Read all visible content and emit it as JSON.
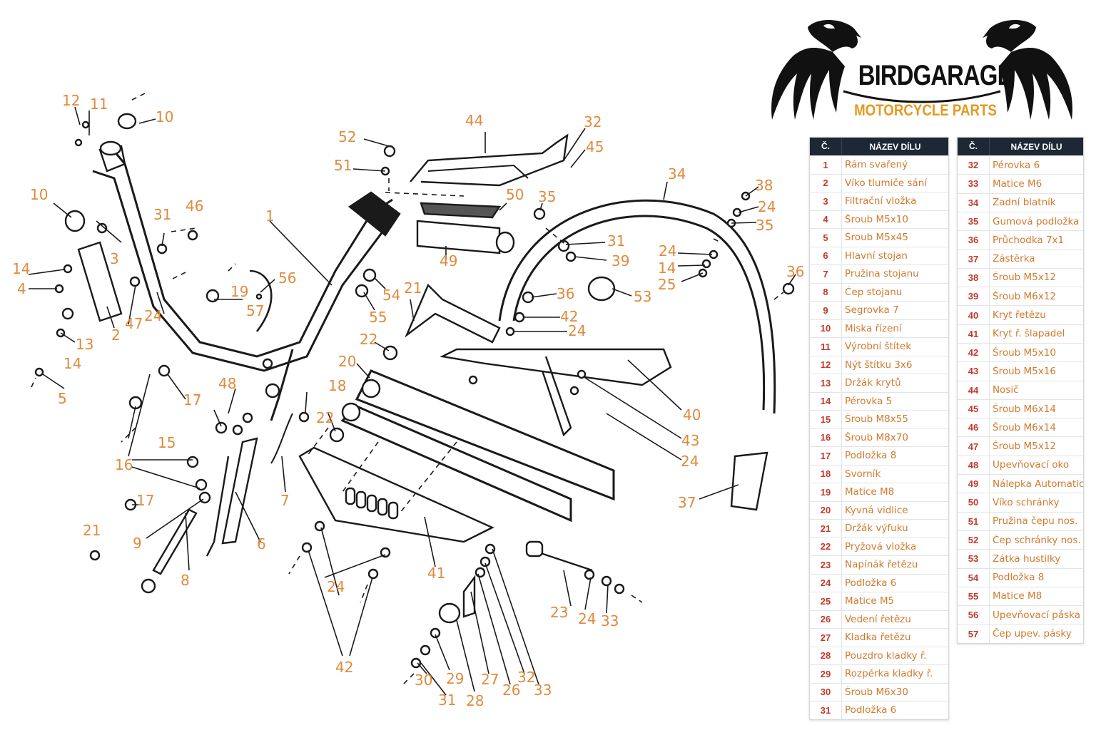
{
  "brand": {
    "name": "BIRDGARAGE",
    "subtitle": "MOTORCYCLE PARTS"
  },
  "table_header": {
    "num": "Č.",
    "name": "NÁZEV DÍLU"
  },
  "parts_left": [
    {
      "num": "1",
      "name": "Rám svařený"
    },
    {
      "num": "2",
      "name": "Víko tlumiče sání"
    },
    {
      "num": "3",
      "name": "Filtrační vložka"
    },
    {
      "num": "4",
      "name": "Šroub M5x10"
    },
    {
      "num": "5",
      "name": "Šroub M5x45"
    },
    {
      "num": "6",
      "name": "Hlavní stojan"
    },
    {
      "num": "7",
      "name": "Pružina stojanu"
    },
    {
      "num": "8",
      "name": "Čep stojanu"
    },
    {
      "num": "9",
      "name": "Segrovka 7"
    },
    {
      "num": "10",
      "name": "Miska řízení"
    },
    {
      "num": "11",
      "name": "Výrobní štítek"
    },
    {
      "num": "12",
      "name": "Nýt štítku 3x6"
    },
    {
      "num": "13",
      "name": "Držák krytů"
    },
    {
      "num": "14",
      "name": "Pérovka 5"
    },
    {
      "num": "15",
      "name": "Šroub M8x55"
    },
    {
      "num": "16",
      "name": "Šroub M8x70"
    },
    {
      "num": "17",
      "name": "Podložka 8"
    },
    {
      "num": "18",
      "name": "Svorník"
    },
    {
      "num": "19",
      "name": "Matice M8"
    },
    {
      "num": "20",
      "name": "Kyvná vidlice"
    },
    {
      "num": "21",
      "name": "Držák výfuku"
    },
    {
      "num": "22",
      "name": "Pryžová vložka"
    },
    {
      "num": "23",
      "name": "Napínák řetězu"
    },
    {
      "num": "24",
      "name": "Podložka 6"
    },
    {
      "num": "25",
      "name": "Matice M5"
    },
    {
      "num": "26",
      "name": "Vedení řetězu"
    },
    {
      "num": "27",
      "name": "Kladka řetězu"
    },
    {
      "num": "28",
      "name": "Pouzdro kladky ř."
    },
    {
      "num": "29",
      "name": "Rozpěrka kladky ř."
    },
    {
      "num": "30",
      "name": "Šroub M6x30"
    },
    {
      "num": "31",
      "name": "Podložka 6"
    }
  ],
  "parts_right": [
    {
      "num": "32",
      "name": "Pérovka 6"
    },
    {
      "num": "33",
      "name": "Matice M6"
    },
    {
      "num": "34",
      "name": "Zadní blatník"
    },
    {
      "num": "35",
      "name": "Gumová podložka"
    },
    {
      "num": "36",
      "name": "Průchodka 7x1"
    },
    {
      "num": "37",
      "name": "Zástěrka"
    },
    {
      "num": "38",
      "name": "Šroub M5x12"
    },
    {
      "num": "39",
      "name": "Šroub M6x12"
    },
    {
      "num": "40",
      "name": "Kryt řetězu"
    },
    {
      "num": "41",
      "name": "Kryt ř. šlapadel"
    },
    {
      "num": "42",
      "name": "Šroub M5x10"
    },
    {
      "num": "43",
      "name": "Šroub M5x16"
    },
    {
      "num": "44",
      "name": "Nosič"
    },
    {
      "num": "45",
      "name": "Šroub M6x14"
    },
    {
      "num": "46",
      "name": "Šroub M6x14"
    },
    {
      "num": "47",
      "name": "Šroub M5x12"
    },
    {
      "num": "48",
      "name": "Upevňovací oko"
    },
    {
      "num": "49",
      "name": "Nálepka Automatic"
    },
    {
      "num": "50",
      "name": "Víko schránky"
    },
    {
      "num": "51",
      "name": "Pružina čepu nos."
    },
    {
      "num": "52",
      "name": "Čep schránky nos."
    },
    {
      "num": "53",
      "name": "Zátka hustilky"
    },
    {
      "num": "54",
      "name": "Podložka 8"
    },
    {
      "num": "55",
      "name": "Matice M8"
    },
    {
      "num": "56",
      "name": "Upevňovací páska"
    },
    {
      "num": "57",
      "name": "Čep upev. pásky"
    }
  ],
  "callouts": [
    "1",
    "2",
    "3",
    "4",
    "5",
    "6",
    "7",
    "8",
    "9",
    "10",
    "10",
    "11",
    "12",
    "13",
    "14",
    "14",
    "14",
    "15",
    "16",
    "17",
    "17",
    "18",
    "19",
    "20",
    "21",
    "21",
    "22",
    "22",
    "23",
    "24",
    "24",
    "24",
    "24",
    "24",
    "24",
    "24",
    "25",
    "26",
    "27",
    "28",
    "29",
    "30",
    "31",
    "31",
    "31",
    "32",
    "32",
    "33",
    "33",
    "34",
    "35",
    "35",
    "36",
    "36",
    "37",
    "38",
    "39",
    "40",
    "41",
    "42",
    "42",
    "43",
    "44",
    "45",
    "46",
    "47",
    "48",
    "49",
    "50",
    "51",
    "52",
    "53",
    "54",
    "55",
    "56",
    "57"
  ]
}
